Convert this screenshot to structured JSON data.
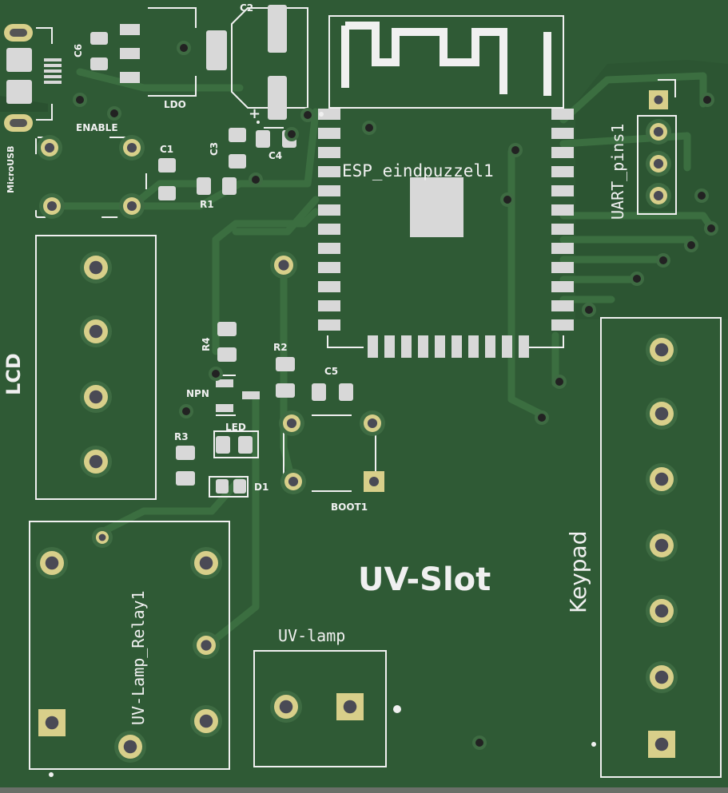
{
  "board": {
    "title": "UV-Slot",
    "colors": {
      "substrate": "#2c5532",
      "copper": "#3c6a40",
      "trace": "#376a3b",
      "silk": "#f0f0f0",
      "pad": "#d8d8d8",
      "gold": "#d8cf8a",
      "drill": "#2a2a2a"
    }
  },
  "labels": {
    "microusb": "MicroUSB",
    "c6": "C6",
    "ldo": "LDO",
    "c2": "C2",
    "plus": "+",
    "enable": "ENABLE",
    "c1": "C1",
    "c3": "C3",
    "c4": "C4",
    "r1": "R1",
    "esp": "ESP_eindpuzzel1",
    "uart": "UART_pins1",
    "lcd": "LCD",
    "r4": "R4",
    "r2": "R2",
    "c5": "C5",
    "npn": "NPN",
    "led": "LED",
    "r3": "R3",
    "d1": "D1",
    "boot": "BOOT1",
    "relay": "UV-Lamp_Relay1",
    "uvlamp": "UV-lamp",
    "keypad": "Keypad"
  }
}
